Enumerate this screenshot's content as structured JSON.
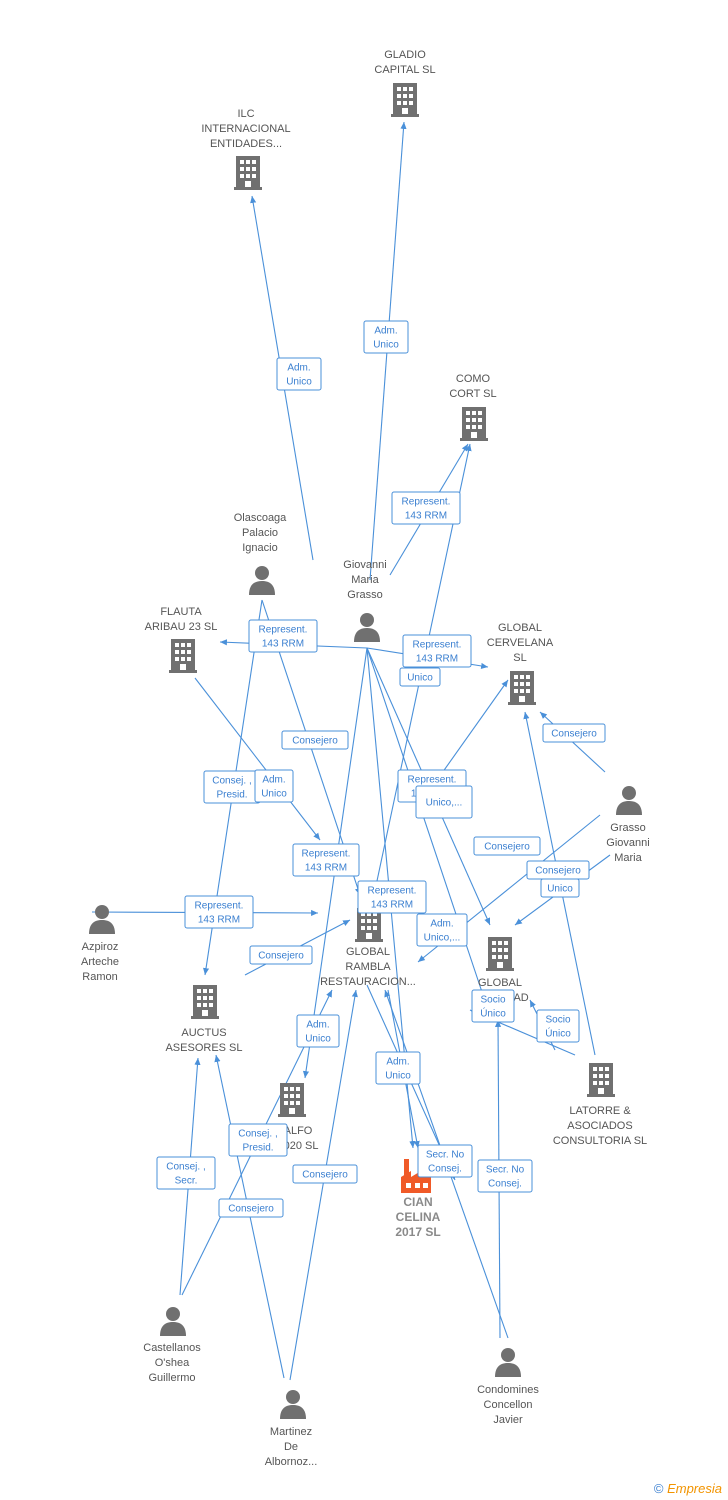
{
  "colors": {
    "edge": "#4a90d9",
    "node_gray": "#707070",
    "focus_orange": "#f05a28"
  },
  "nodes": [
    {
      "id": "gladio",
      "type": "company",
      "label": [
        "GLADIO",
        "CAPITAL  SL"
      ]
    },
    {
      "id": "ilc",
      "type": "company",
      "label": [
        "ILC",
        "INTERNACIONAL",
        "ENTIDADES..."
      ]
    },
    {
      "id": "como",
      "type": "company",
      "label": [
        "COMO",
        "CORT SL"
      ]
    },
    {
      "id": "olascoaga",
      "type": "person",
      "label": [
        "Olascoaga",
        "Palacio",
        "Ignacio"
      ]
    },
    {
      "id": "giovanni",
      "type": "person",
      "label": [
        "Giovanni",
        "Maria",
        "Grasso"
      ]
    },
    {
      "id": "flauta",
      "type": "company",
      "label": [
        "FLAUTA",
        "ARIBAU 23 SL"
      ]
    },
    {
      "id": "cervelana",
      "type": "company",
      "label": [
        "GLOBAL",
        "CERVELANA",
        "SL"
      ]
    },
    {
      "id": "grasso",
      "type": "person",
      "label": [
        "Grasso",
        "Giovanni",
        "Maria"
      ]
    },
    {
      "id": "azpiroz",
      "type": "person",
      "label": [
        "Azpiroz",
        "Arteche",
        "Ramon"
      ]
    },
    {
      "id": "rambla",
      "type": "company",
      "label": [
        "GLOBAL",
        "RAMBLA",
        "RESTAURACION..."
      ]
    },
    {
      "id": "socialdal",
      "type": "company",
      "label": [
        "GLOBAL",
        "SOCIEDAD"
      ]
    },
    {
      "id": "auctus",
      "type": "company",
      "label": [
        "AUCTUS",
        "ASESORES  SL"
      ]
    },
    {
      "id": "alfo",
      "type": "company",
      "label": [
        "ALFO",
        "2020  SL"
      ]
    },
    {
      "id": "latorre",
      "type": "company",
      "label": [
        "LATORRE &",
        "ASOCIADOS",
        "CONSULTORIA SL"
      ]
    },
    {
      "id": "cian",
      "type": "focus",
      "label": [
        "CIAN",
        "CELINA",
        "2017  SL"
      ]
    },
    {
      "id": "castellanos",
      "type": "person",
      "label": [
        "Castellanos",
        "O'shea",
        "Guillermo"
      ]
    },
    {
      "id": "condomines",
      "type": "person",
      "label": [
        "Condomines",
        "Concellon",
        "Javier"
      ]
    },
    {
      "id": "martinez",
      "type": "person",
      "label": [
        "Martinez",
        "De",
        "Albornoz..."
      ]
    }
  ],
  "relations": [
    {
      "label": [
        "Adm.",
        "Unico"
      ]
    },
    {
      "label": [
        "Adm.",
        "Unico"
      ]
    },
    {
      "label": [
        "Represent.",
        "143 RRM"
      ]
    },
    {
      "label": [
        "Represent.",
        "143 RRM"
      ]
    },
    {
      "label": [
        "Represent.",
        "143 RRM"
      ]
    },
    {
      "label": [
        "Unico"
      ]
    },
    {
      "label": [
        "Consejero"
      ]
    },
    {
      "label": [
        "Consejero"
      ]
    },
    {
      "label": [
        "Consej. ,",
        "Presid."
      ]
    },
    {
      "label": [
        "Adm.",
        "Unico"
      ]
    },
    {
      "label": [
        "Represent.",
        "143 RRM"
      ]
    },
    {
      "label": [
        "Unico,..."
      ]
    },
    {
      "label": [
        "Consejero"
      ]
    },
    {
      "label": [
        "Represent.",
        "143 RRM"
      ]
    },
    {
      "label": [
        "Consejero"
      ]
    },
    {
      "label": [
        "Unico"
      ]
    },
    {
      "label": [
        "Represent.",
        "143 RRM"
      ]
    },
    {
      "label": [
        "Represent.",
        "143 RRM"
      ]
    },
    {
      "label": [
        "Adm.",
        "Unico,..."
      ]
    },
    {
      "label": [
        "Consejero"
      ]
    },
    {
      "label": [
        "Socio",
        "Único"
      ]
    },
    {
      "label": [
        "Socio",
        "Único"
      ]
    },
    {
      "label": [
        "Adm.",
        "Unico"
      ]
    },
    {
      "label": [
        "Adm.",
        "Unico"
      ]
    },
    {
      "label": [
        "Consej. ,",
        "Presid."
      ]
    },
    {
      "label": [
        "Secr.  No",
        "Consej."
      ]
    },
    {
      "label": [
        "Secr.  No",
        "Consej."
      ]
    },
    {
      "label": [
        "Consej. ,",
        "Secr."
      ]
    },
    {
      "label": [
        "Consejero"
      ]
    },
    {
      "label": [
        "Consejero"
      ]
    }
  ],
  "footer": {
    "copyright_symbol": "©",
    "brand": "Empresia"
  }
}
